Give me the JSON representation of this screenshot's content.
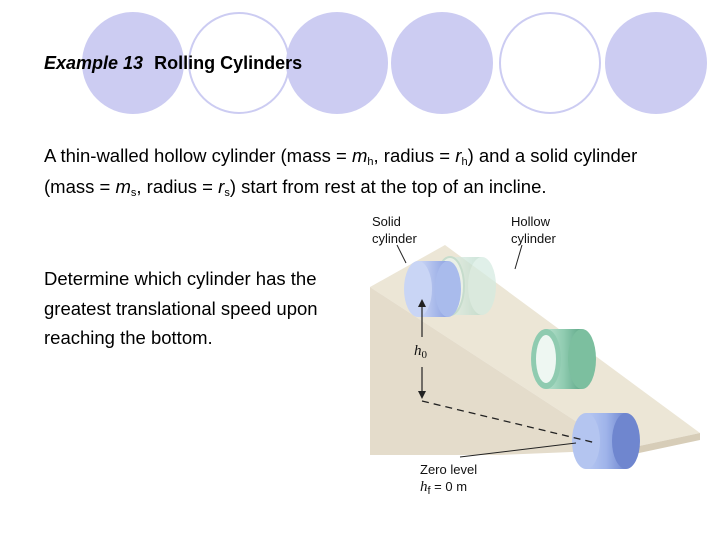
{
  "header": {
    "example_label": "Example 13",
    "title": "Rolling Cylinders"
  },
  "paragraph1": {
    "t1": "A thin-walled hollow cylinder (mass = ",
    "m_var": "m",
    "m_sub_h": "h",
    "t2": ", radius = ",
    "r_var": "r",
    "r_sub_h": "h",
    "t3": ") and a solid cylinder (mass = ",
    "m2_var": "m",
    "m_sub_s": "s",
    "t4": ", radius = ",
    "r2_var": "r",
    "r_sub_s": "s",
    "t5": ") start from rest at the top of an incline."
  },
  "paragraph2": "Determine which cylinder has the greatest translational speed upon reaching the bottom.",
  "figure": {
    "solid_label_1": "Solid",
    "solid_label_2": "cylinder",
    "hollow_label_1": "Hollow",
    "hollow_label_2": "cylinder",
    "h0_var": "h",
    "h0_sub": "0",
    "zero_level": "Zero level",
    "hf_var": "h",
    "hf_sub": "f",
    "hf_value": " = 0 m"
  },
  "colors": {
    "deco_circle": "#ccccf2",
    "incline_top": "#ece6d6",
    "incline_side": "#ddd4c2",
    "solid_cylinder": "#9fb4ea",
    "hollow_cylinder": "#8fcbb0"
  }
}
